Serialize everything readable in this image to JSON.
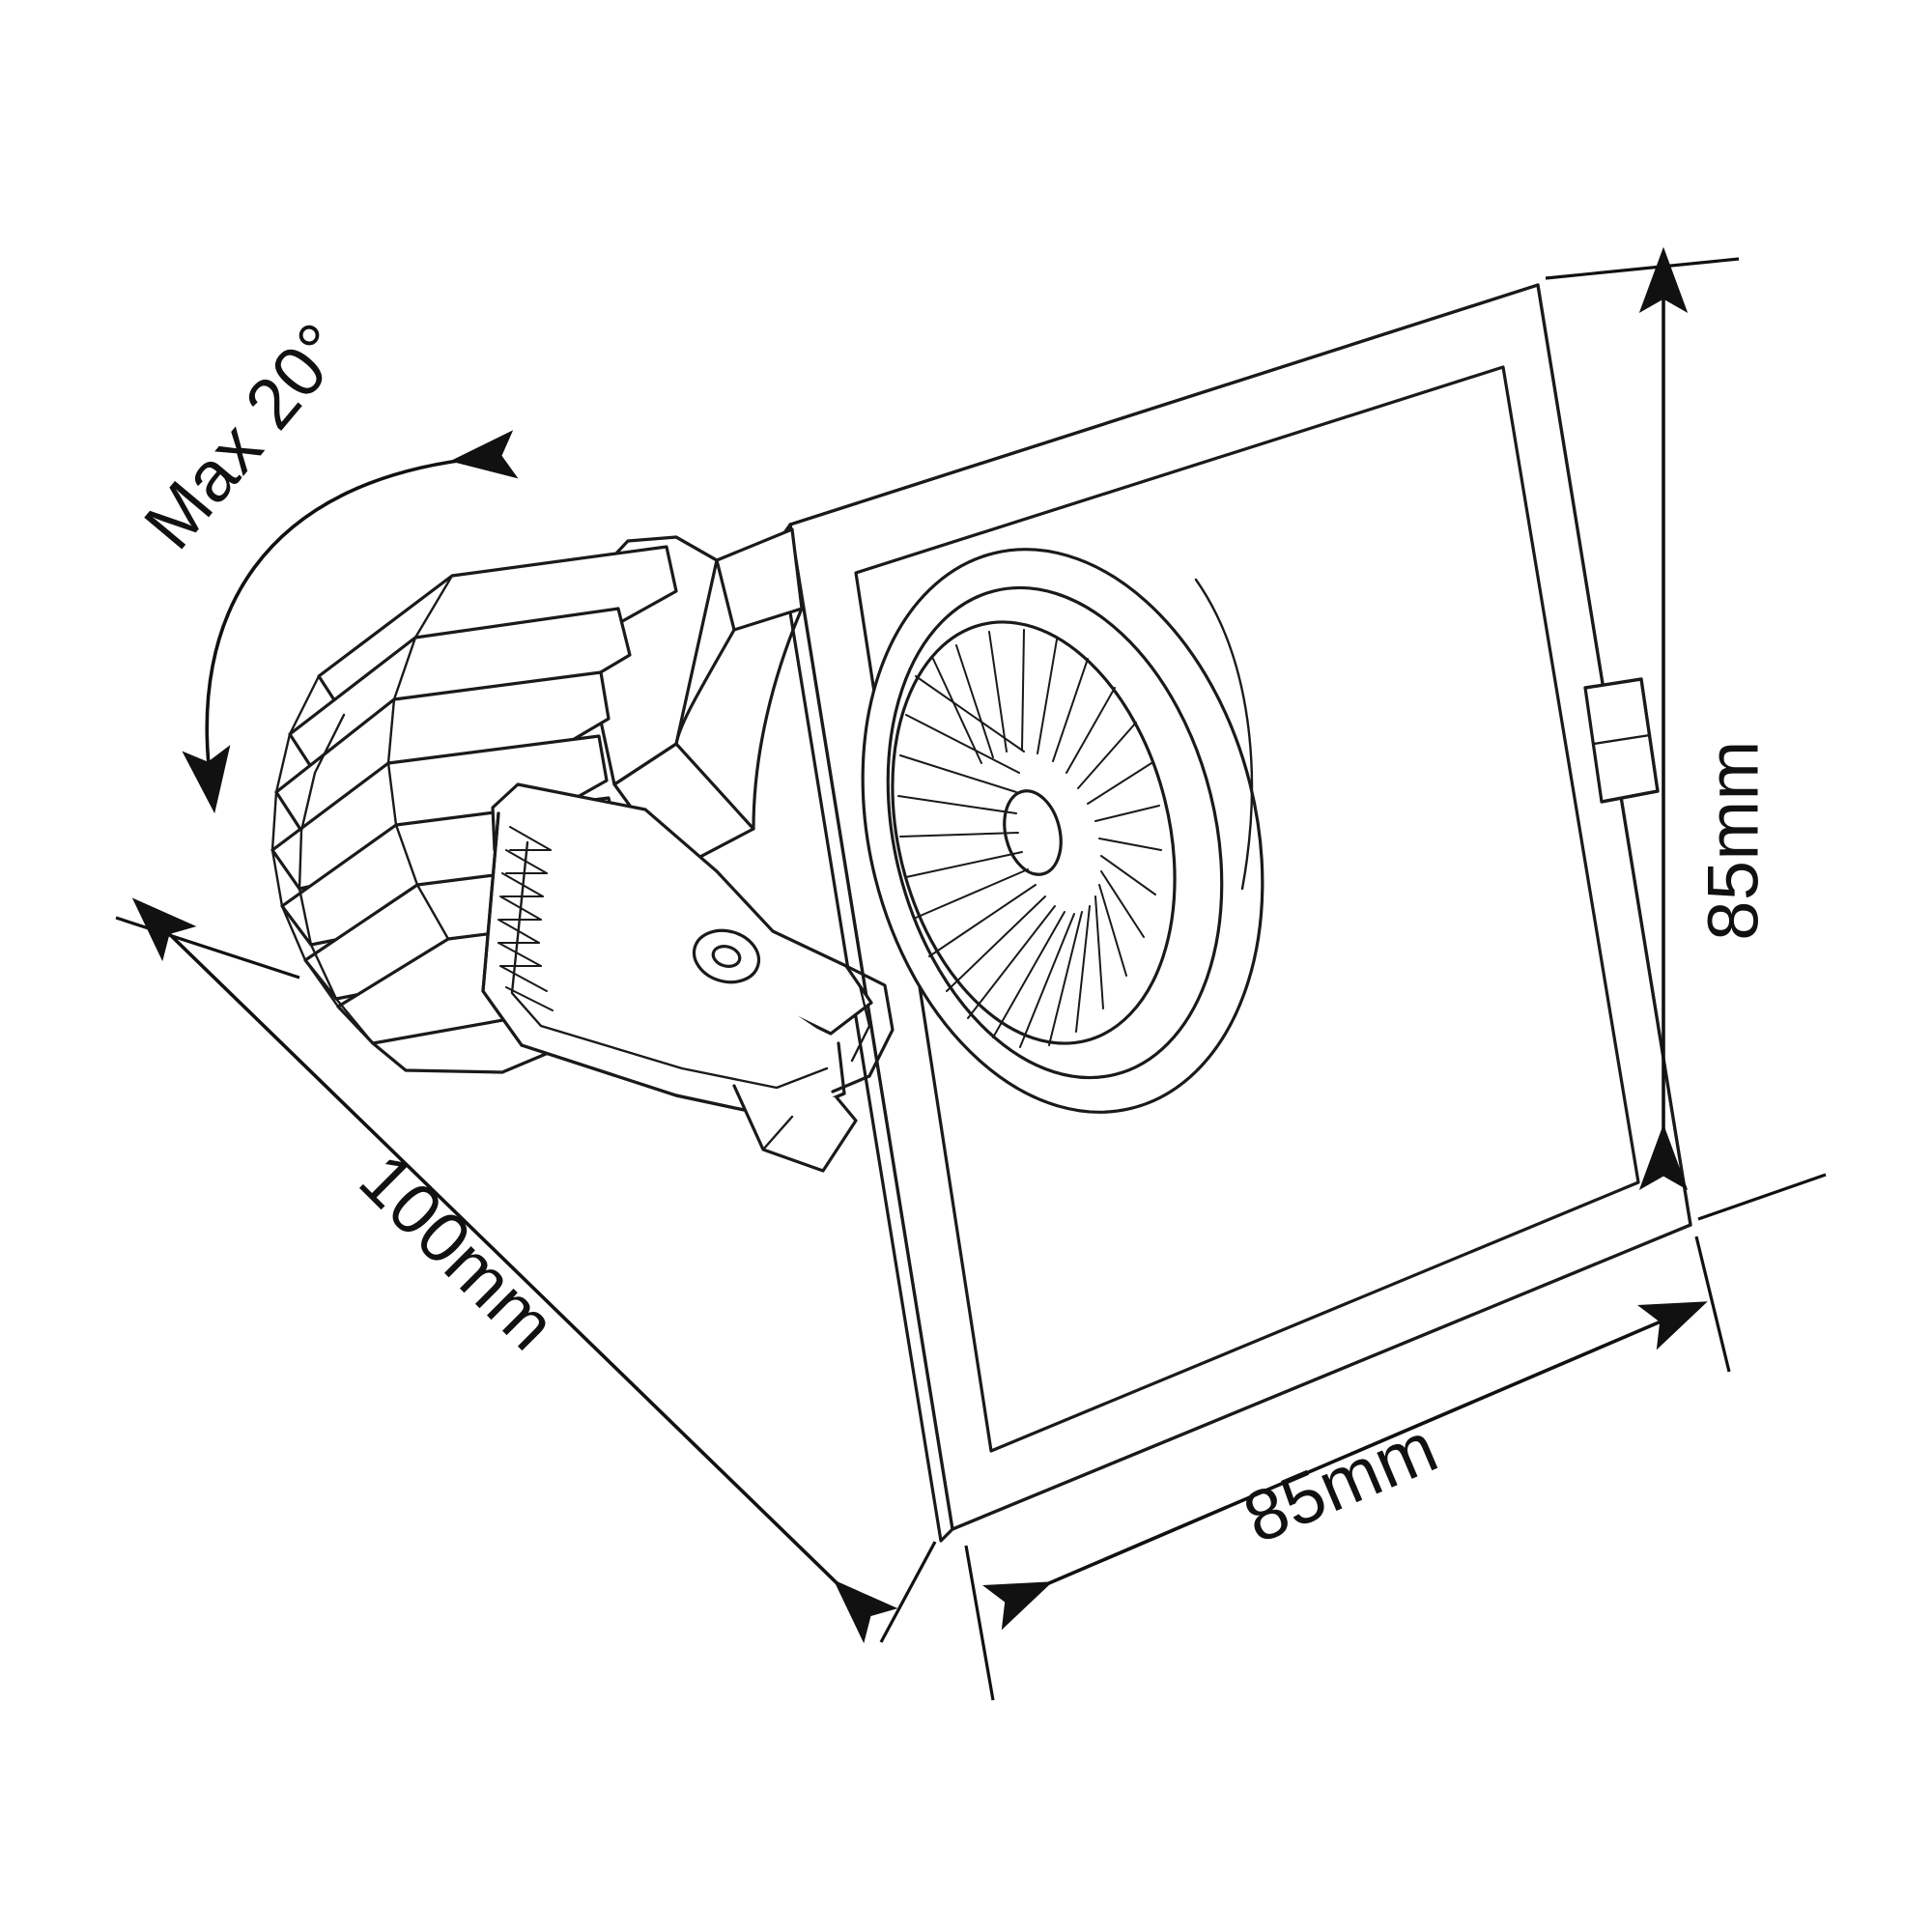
{
  "drawing": {
    "title": "Recessed LED downlight technical dimension drawing",
    "background_color": "#ffffff",
    "line_color": "#1a1a1a",
    "text_color": "#111111",
    "annotations": {
      "tilt": {
        "label": "Max 20°",
        "name": "max-tilt-angle",
        "position": "upper-left",
        "rotation_deg": -52
      },
      "depth": {
        "label": "100mm",
        "name": "depth-dimension",
        "position": "lower-left",
        "rotation_deg": 52
      },
      "width": {
        "label": "85mm",
        "name": "width-dimension",
        "position": "bottom",
        "rotation_deg": -28
      },
      "height": {
        "label": "85mm",
        "name": "height-dimension",
        "position": "right",
        "rotation_deg": -90
      }
    },
    "parts": [
      {
        "name": "square-bezel-front-plate"
      },
      {
        "name": "inner-bezel-opening"
      },
      {
        "name": "gimbal-ring"
      },
      {
        "name": "reflector-cone"
      },
      {
        "name": "heatsink-fins"
      },
      {
        "name": "spring-clip"
      },
      {
        "name": "side-knob"
      },
      {
        "name": "pivot-screw"
      }
    ]
  }
}
